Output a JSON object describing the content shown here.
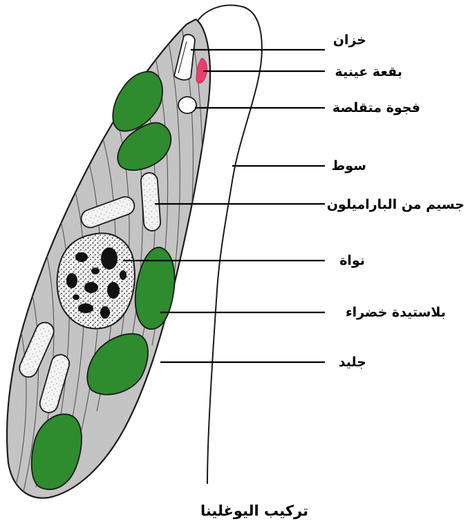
{
  "diagram": {
    "caption": "تركيب اليوغلينا",
    "labels": {
      "reservoir": "خزان",
      "eyespot": "بقعة عينية",
      "contractile_vacuole": "فجوة متقلصة",
      "flagellum": "سوط",
      "paramylon_body": "جسيم من الباراميلون",
      "nucleus": "نواة",
      "chloroplast": "بلاستيدة خضراء",
      "pellicle": "جليد"
    },
    "colors": {
      "cell_body": "#c4c4c4",
      "chloroplast": "#2e8b2e",
      "eyespot": "#e8406a",
      "nucleus_fill": "#111111",
      "paramylon": "#f2f2f2",
      "outline": "#1a1a1a"
    }
  }
}
